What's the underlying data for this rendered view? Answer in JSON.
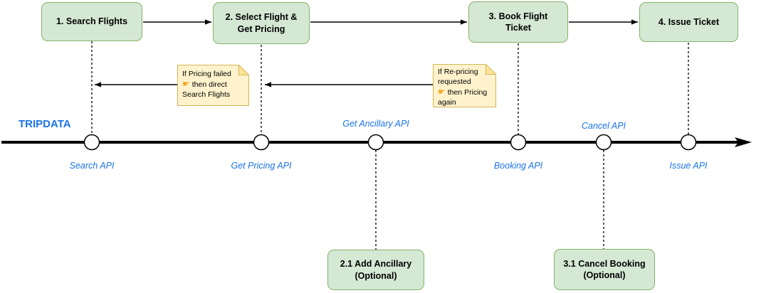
{
  "colors": {
    "accent_blue": "#1a73e8",
    "box_fill": "#d5e8d4",
    "box_border": "#82b366",
    "note_fill": "#fff2cc",
    "note_fold_fill": "#ffe599",
    "note_border": "#d6b656",
    "hand_orange": "#f5a623",
    "line_black": "#000000"
  },
  "steps": [
    {
      "label": "1. Search Flights"
    },
    {
      "label": "2. Select Flight &\nGet Pricing"
    },
    {
      "label": "3. Book Flight\nTicket"
    },
    {
      "label": "4. Issue Ticket"
    }
  ],
  "optional_steps": [
    {
      "label": "2.1 Add Ancillary\n(Optional)"
    },
    {
      "label": "3.1 Cancel Booking\n(Optional)"
    }
  ],
  "notes": [
    {
      "line1": "If Pricing failed",
      "hand": "☛",
      "line2": "then direct",
      "line3": "Search Flights"
    },
    {
      "line1": "If Re-pricing",
      "line2": "requested",
      "hand": "☛",
      "line3": "then Pricing",
      "line4": "again"
    }
  ],
  "timeline": {
    "title": "TRIPDATA",
    "api_labels": {
      "search": "Search API",
      "pricing": "Get Pricing API",
      "ancillary": "Get Ancillary API",
      "booking": "Booking API",
      "cancel": "Cancel API",
      "issue": "Issue API"
    }
  }
}
